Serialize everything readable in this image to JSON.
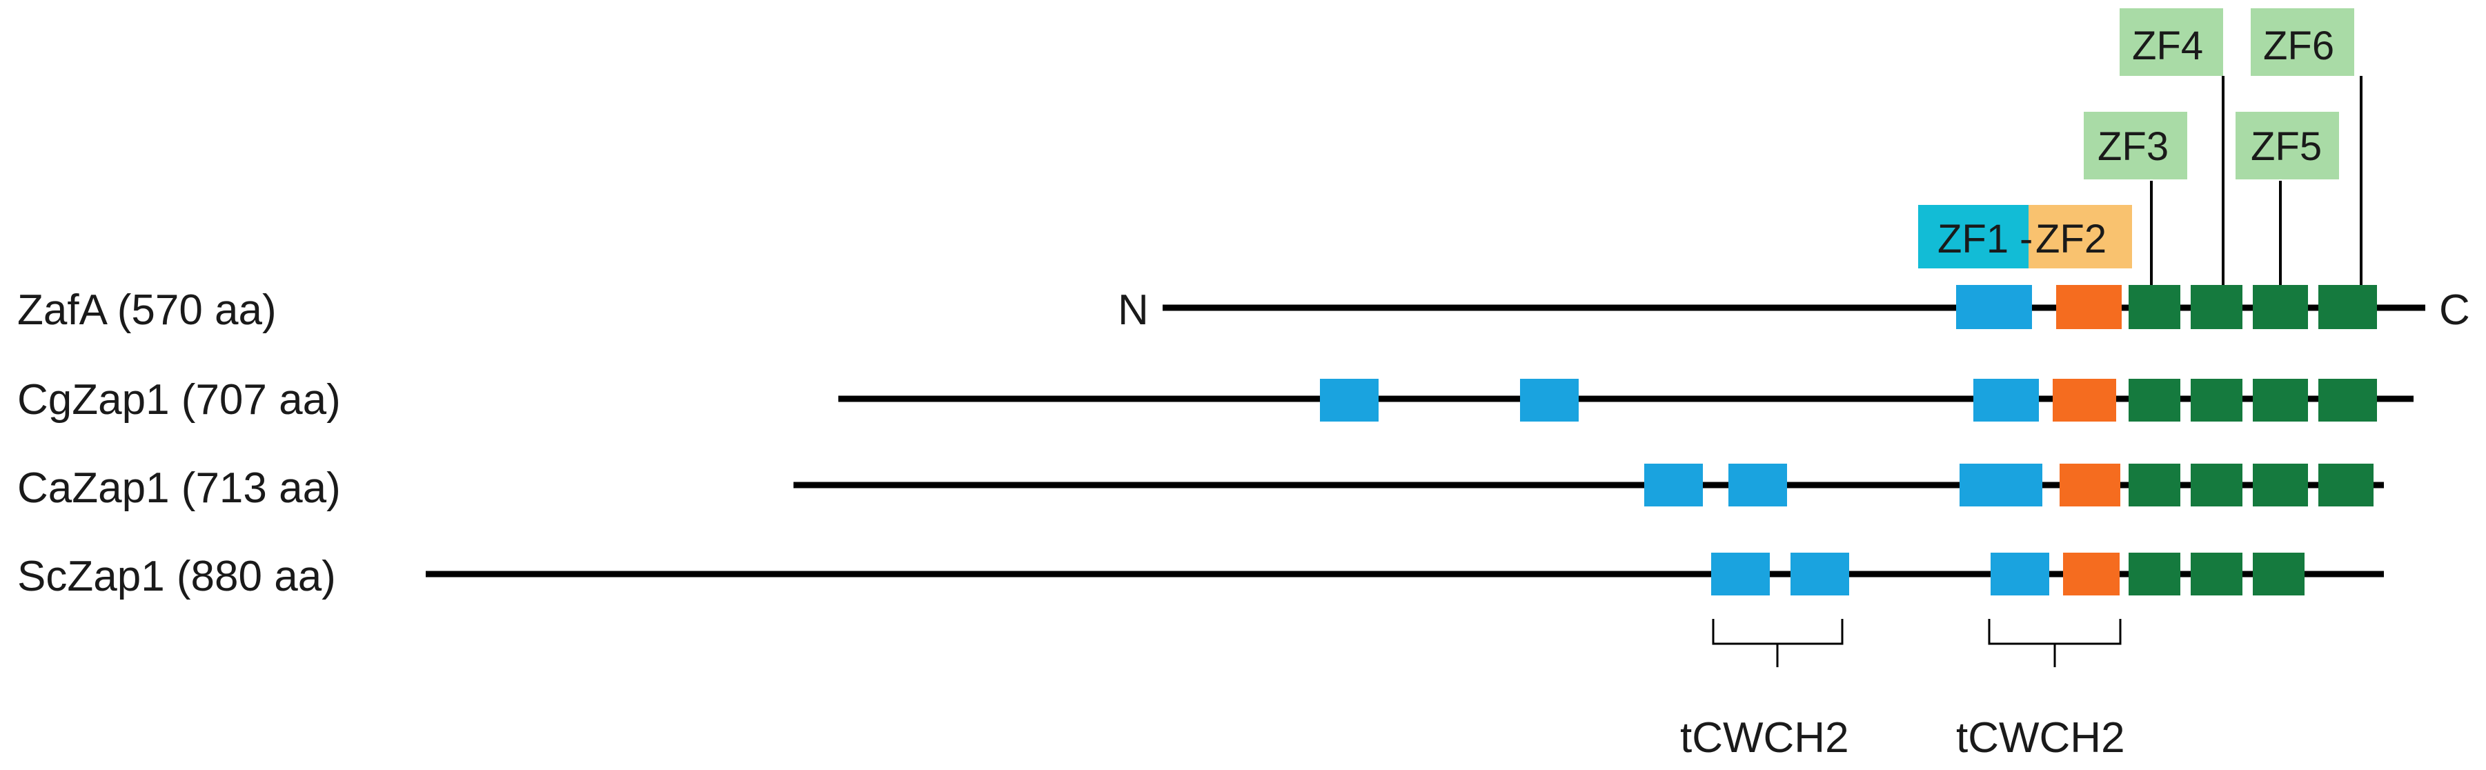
{
  "proteins": [
    {
      "label": "ZafA (570 aa)",
      "n_term": "N",
      "c_term": "C"
    },
    {
      "label": "CgZap1 (707 aa)"
    },
    {
      "label": "CaZap1 (713 aa)"
    },
    {
      "label": "ScZap1 (880 aa)"
    }
  ],
  "zinc_fingers": {
    "zf1": "ZF1",
    "dash": "-",
    "zf2": "ZF2",
    "zf3": "ZF3",
    "zf4": "ZF4",
    "zf5": "ZF5",
    "zf6": "ZF6"
  },
  "brackets": [
    "tCWCH2",
    "tCWCH2"
  ],
  "colors": {
    "backbone": "#000000",
    "tcwch2_domain": "#1aa3df",
    "zf2_domain": "#f56c1f",
    "c2h2_domain": "#157a3e",
    "zf1_label_bg": "#12bcd6",
    "zf2_label_bg": "#f9c26f",
    "c2h2_label_bg": "#a9dba6"
  }
}
